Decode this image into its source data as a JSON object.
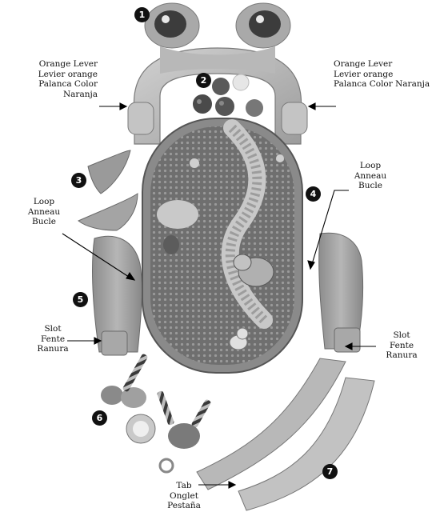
{
  "callouts": {
    "orange_lever_left": "Orange Lever\nLevier orange\nPalanca Color Naranja",
    "orange_lever_right": "Orange Lever\nLevier orange\nPalanca Color Naranja",
    "loop_left": "Loop\nAnneau\nBucle",
    "loop_right": "Loop\nAnneau\nBucle",
    "slot_left": "Slot\nFente\nRanura",
    "slot_right": "Slot\nFente\nRanura",
    "tab": "Tab\nOnglet\nPestaña"
  },
  "steps": [
    "1",
    "2",
    "3",
    "4",
    "5",
    "6",
    "7"
  ]
}
